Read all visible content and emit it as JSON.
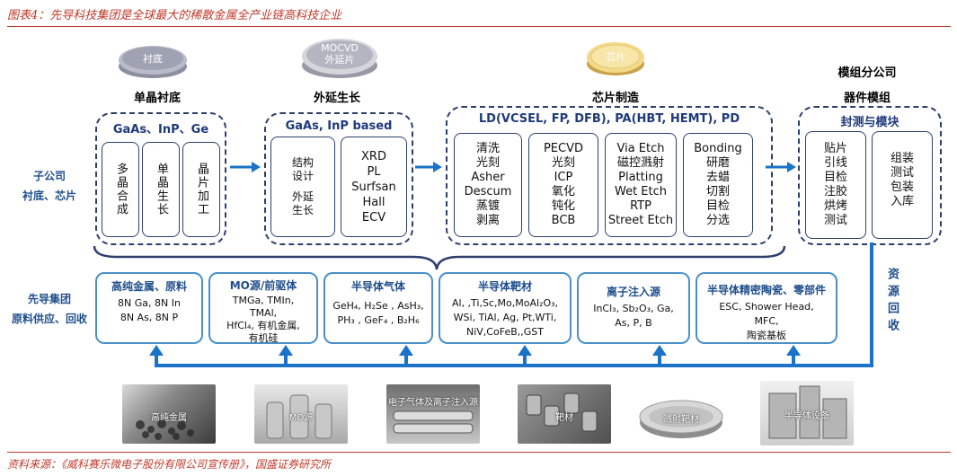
{
  "title": "图表4：先导科技集团是全球最大的稀散金属全产业链高科技企业",
  "source": "资料来源：《威科赛乐微电子股份有限公司宣传册》，国盛证券研究所",
  "colors": {
    "accent_red": "#c0392b",
    "navy": "#2e3f6e",
    "blue": "#1f4e8c",
    "arrow_blue": "#1a73c8"
  },
  "left_labels": {
    "subsidiary": [
      "子公司",
      "衬底、芯片"
    ],
    "group": [
      "先导集团",
      "原料供应、回收"
    ]
  },
  "stages": {
    "substrate": {
      "wafer_label": "衬底",
      "title": "单晶衬底"
    },
    "epi": {
      "wafer_label_line1": "MOCVD",
      "wafer_label_line2": "外延片",
      "title": "外延生长"
    },
    "chip": {
      "wafer_label": "芯片",
      "title": "芯片制造"
    },
    "module": {
      "title_line1": "模组分公司",
      "title_line2": "器件模组"
    }
  },
  "groups": {
    "substrate": {
      "head": "GaAs、InP、Ge",
      "boxes": [
        "多晶合成",
        "单晶生长",
        "晶片加工"
      ]
    },
    "epi": {
      "head": "GaAs, InP based",
      "box1": [
        "结构",
        "设计",
        "",
        "外延",
        "生长"
      ],
      "box2": [
        "XRD",
        "PL",
        "Surfsan",
        "Hall",
        "ECV"
      ]
    },
    "chip": {
      "head": "LD(VCSEL, FP, DFB), PA(HBT, HEMT), PD",
      "box1": [
        "清洗",
        "光刻",
        "Asher",
        "Descum",
        "蒸镀",
        "剥离"
      ],
      "box2": [
        "PECVD",
        "光刻",
        "ICP",
        "氧化",
        "钝化",
        "BCB"
      ],
      "box3": [
        "Via Etch",
        "磁控溅射",
        "Platting",
        "Wet Etch",
        "RTP",
        "Street Etch"
      ],
      "box4": [
        "Bonding",
        "研磨",
        "去蜡",
        "切割",
        "目检",
        "分选"
      ]
    },
    "module": {
      "head": "封测与模块",
      "box1": [
        "贴片",
        "引线",
        "目检",
        "注胶",
        "烘烤",
        "测试"
      ],
      "box2": [
        "组装",
        "测试",
        "包装",
        "入库"
      ]
    }
  },
  "recycle_label": "资源回收",
  "materials": [
    {
      "head": "高纯金属、原料",
      "lines": [
        "8N Ga, 8N  In",
        "8N As,  8N  P"
      ]
    },
    {
      "head": "MO源/前驱体",
      "lines": [
        "TMGa, TMIn,",
        "TMAl,",
        "HfCl₄, 有机金属,",
        "有机硅"
      ]
    },
    {
      "head": "半导体气体",
      "lines": [
        "GeH₄, H₂Se ,  AsH₃,",
        "PH₃ ,  GeF₄ ,  B₂H₆"
      ]
    },
    {
      "head": "半导体靶材",
      "lines": [
        "Al, ,Ti,Sc,Mo,MoAl₂O₃,",
        "WSi, TiAl, Ag, Pt,WTi,",
        "NiV,CoFeB,,GST"
      ]
    },
    {
      "head": "离子注入源",
      "lines": [
        "InCl₃, Sb₂O₃, Ga,",
        "As, P, B"
      ]
    },
    {
      "head": "半导体精密陶瓷、零部件",
      "lines": [
        "ESC, Shower Head,",
        "MFC,",
        "陶瓷基板"
      ]
    }
  ],
  "photos": [
    "高纯金属",
    "MO源",
    "电子气体及离子注入源",
    "靶材",
    "溅射靶材",
    "半导体设备"
  ]
}
